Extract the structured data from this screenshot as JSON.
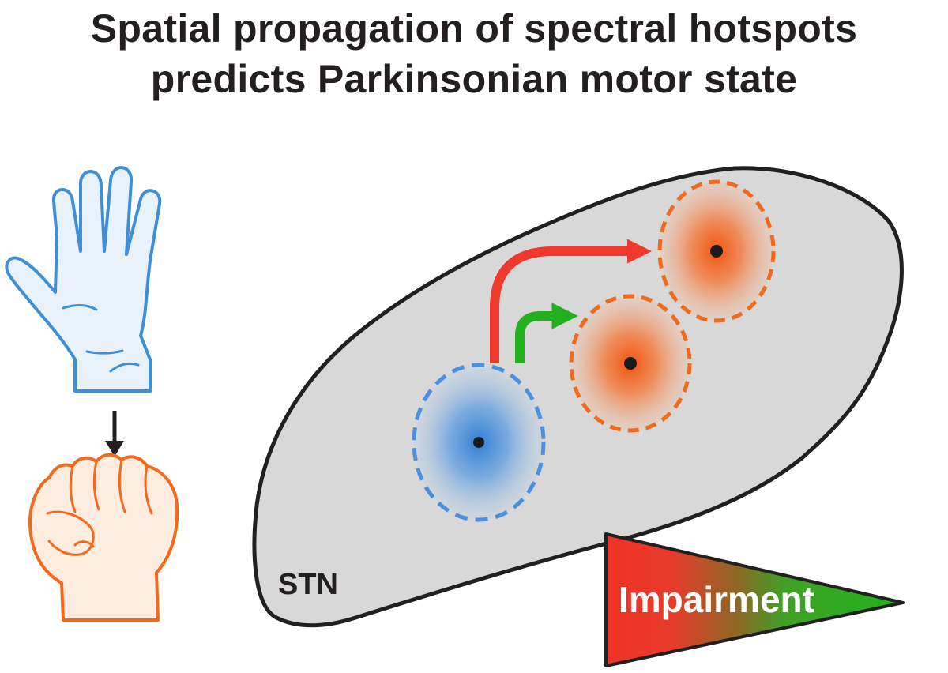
{
  "title": {
    "line1": "Spatial propagation of spectral hotspots",
    "line2": "predicts Parkinsonian motor state"
  },
  "region_label": "STN",
  "gradient_label": "Impairment",
  "colors": {
    "outline": "#231f20",
    "region_fill": "#d8d8d8",
    "hand_stroke": "#3f8fd8",
    "hand_fill": "#e9f2fb",
    "fist_stroke": "#f26a1b",
    "fist_fill": "#fdece0",
    "blue_hotspot": "#2f7fd6",
    "orange_hotspot": "#f25c12",
    "red_arrow": "#ee3a2c",
    "green_arrow": "#22b01f"
  }
}
